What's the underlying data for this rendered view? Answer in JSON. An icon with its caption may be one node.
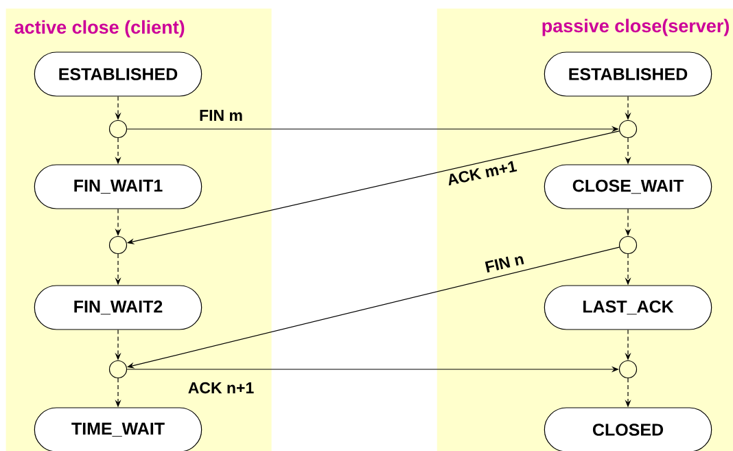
{
  "diagram": {
    "nodes": [
      {
        "text": [
          "active close (client)"
        ]
      },
      {
        "text": [
          "passive close(server)"
        ]
      },
      {
        "text": [
          "ESTABLISHED"
        ],
        "in": 0
      },
      {
        "text": [],
        "shape": "circle",
        "in": 0
      },
      {
        "text": [
          "FIN_WAIT1"
        ],
        "in": 0
      },
      {
        "text": [],
        "shape": "circle",
        "in": 0
      },
      {
        "text": [
          "FIN_WAIT2"
        ],
        "in": 0
      },
      {
        "text": [],
        "shape": "circle",
        "in": 0
      },
      {
        "text": [
          "TIME_WAIT"
        ],
        "in": 0
      },
      {
        "text": [
          "ESTABLISHED"
        ],
        "in": 1
      },
      {
        "text": [],
        "shape": "circle",
        "in": 1
      },
      {
        "text": [
          "CLOSE_WAIT"
        ],
        "in": 1
      },
      {
        "text": [],
        "shape": "circle",
        "in": 1
      },
      {
        "text": [
          "LAST_ACK"
        ],
        "in": 1
      },
      {
        "text": [],
        "shape": "circle",
        "in": 1
      },
      {
        "text": [
          "CLOSED"
        ],
        "in": 1
      }
    ],
    "edges": [
      {
        "from": 2,
        "to": 3,
        "arrow": "to",
        "style": "dashed"
      },
      {
        "from": 3,
        "to": 4,
        "arrow": "to",
        "style": "dashed"
      },
      {
        "from": 4,
        "to": 5,
        "arrow": "to",
        "style": "dashed"
      },
      {
        "from": 5,
        "to": 6,
        "arrow": "to",
        "style": "dashed"
      },
      {
        "from": 6,
        "to": 7,
        "arrow": "to",
        "style": "dashed"
      },
      {
        "from": 7,
        "to": 8,
        "arrow": "to",
        "style": "dashed"
      },
      {
        "from": 9,
        "to": 10,
        "arrow": "to",
        "style": "dashed"
      },
      {
        "from": 10,
        "to": 11,
        "arrow": "to",
        "style": "dashed"
      },
      {
        "from": 11,
        "to": 12,
        "arrow": "to",
        "style": "dashed"
      },
      {
        "from": 12,
        "to": 13,
        "arrow": "to",
        "style": "dashed"
      },
      {
        "from": 13,
        "to": 14,
        "arrow": "to",
        "style": "dashed"
      },
      {
        "from": 14,
        "to": 15,
        "arrow": "to",
        "style": "dashed"
      },
      {
        "from": 3,
        "to": 10,
        "arrow": "to",
        "label": "FIN m"
      },
      {
        "from": 10,
        "to": 5,
        "arrow": "to",
        "label": "ACK m+1"
      },
      {
        "from": 12,
        "to": 7,
        "arrow": "to",
        "label": "FIN n"
      },
      {
        "from": 7,
        "to": 14,
        "arrow": "to",
        "label": "ACK n+1"
      }
    ]
  }
}
